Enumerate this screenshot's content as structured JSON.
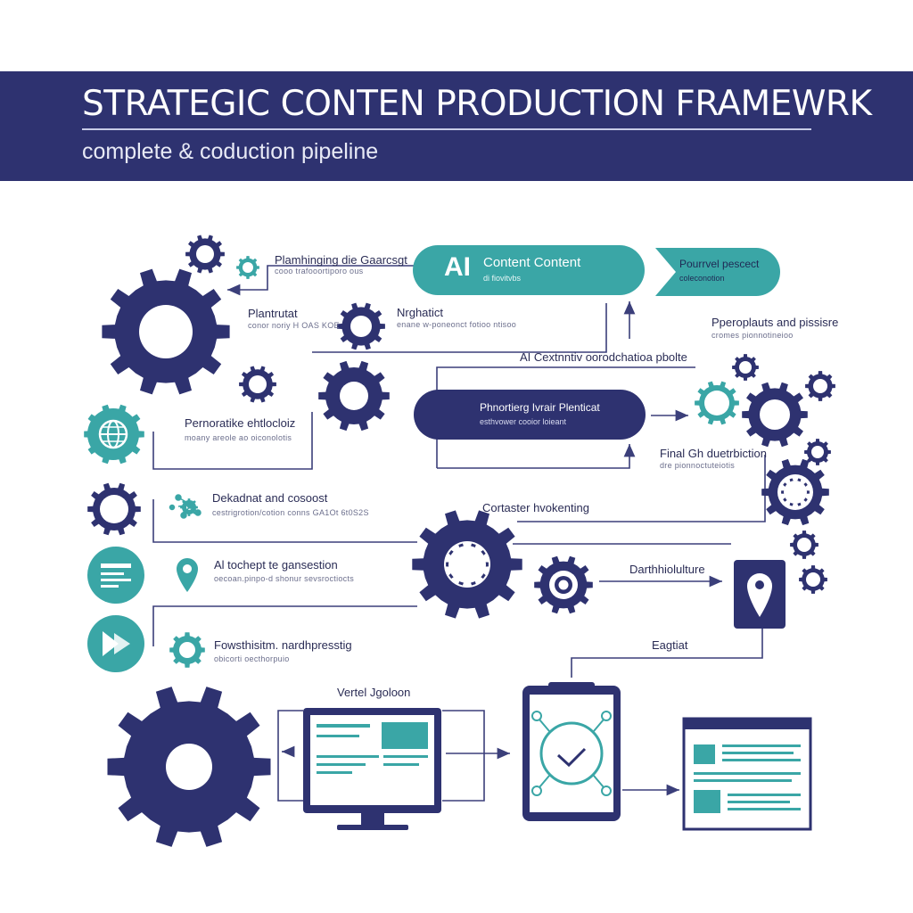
{
  "header": {
    "title": "STRATEGIC CONTEN PRODUCTION FRAMEWRK",
    "subtitle": "complete & coduction pipeline"
  },
  "colors": {
    "navy": "#2e3270",
    "teal": "#3aa6a6",
    "line": "#3b3f7a",
    "background": "#ffffff"
  },
  "pills": {
    "ai": {
      "badge": "AI",
      "title": "Content Content",
      "sub": "di fiovitvbs"
    },
    "planning": {
      "title": "Phnortierg Ivrair Plenticat",
      "sub": "esthvower cooior loieant"
    },
    "arrow_tag": {
      "title": "Pourrvel pescect",
      "sub": "coleconotion"
    }
  },
  "labels": {
    "planning_content": {
      "title": "Plamhinging die Gaarcsgt",
      "sub": "cooo trafooortiporo ous"
    },
    "plantrutat": {
      "title": "Plantrutat",
      "sub": "conor noriy H OAS KOE"
    },
    "nrghatict": {
      "title": "Nrghatict",
      "sub": "enane w-poneonct fotioo ntisoo"
    },
    "pperoplauts": {
      "title": "Pperoplauts and pissisre",
      "sub": "cromes pionnotineioo"
    },
    "ai_coordination": {
      "title": "AI Cextnntiv oorodchatioa pbolte"
    },
    "pernoratike": {
      "title": "Pernoratike ehtlocloiz",
      "sub": "moany areole ao oiconolotis"
    },
    "final_distribution": {
      "title": "Final Gh duetrbiction",
      "sub": "dre pionnoctuteiotis"
    },
    "dekadnat": {
      "title": "Dekadnat and cosoost",
      "sub": "cestrigrotion/cotion conns GA1Ot 6t0S2S"
    },
    "contaster": {
      "title": "Cortaster hvokenting"
    },
    "ai_tochapt": {
      "title": "Al tochept te gansestion",
      "sub": "oecoan.pinpo-d shonur sevsroctiocts"
    },
    "dathitluiture": {
      "title": "Darthhiolulture"
    },
    "fowsthisitm": {
      "title": "Fowsthisitm. nardhpresstig",
      "sub": "obicorti oecthorpuio"
    },
    "eagtiat": {
      "title": "Eagtiat"
    },
    "vertel": {
      "title": "Vertel Jgoloon"
    }
  },
  "icons": {
    "globe": "globe-icon",
    "network": "network-icon",
    "document": "document-icon",
    "play": "play-icon",
    "location": "location-pin-icon",
    "monitor": "monitor-icon",
    "tablet": "tablet-clock-icon",
    "page": "webpage-icon",
    "gear": "gear-icon",
    "arrow": "arrow-icon"
  }
}
